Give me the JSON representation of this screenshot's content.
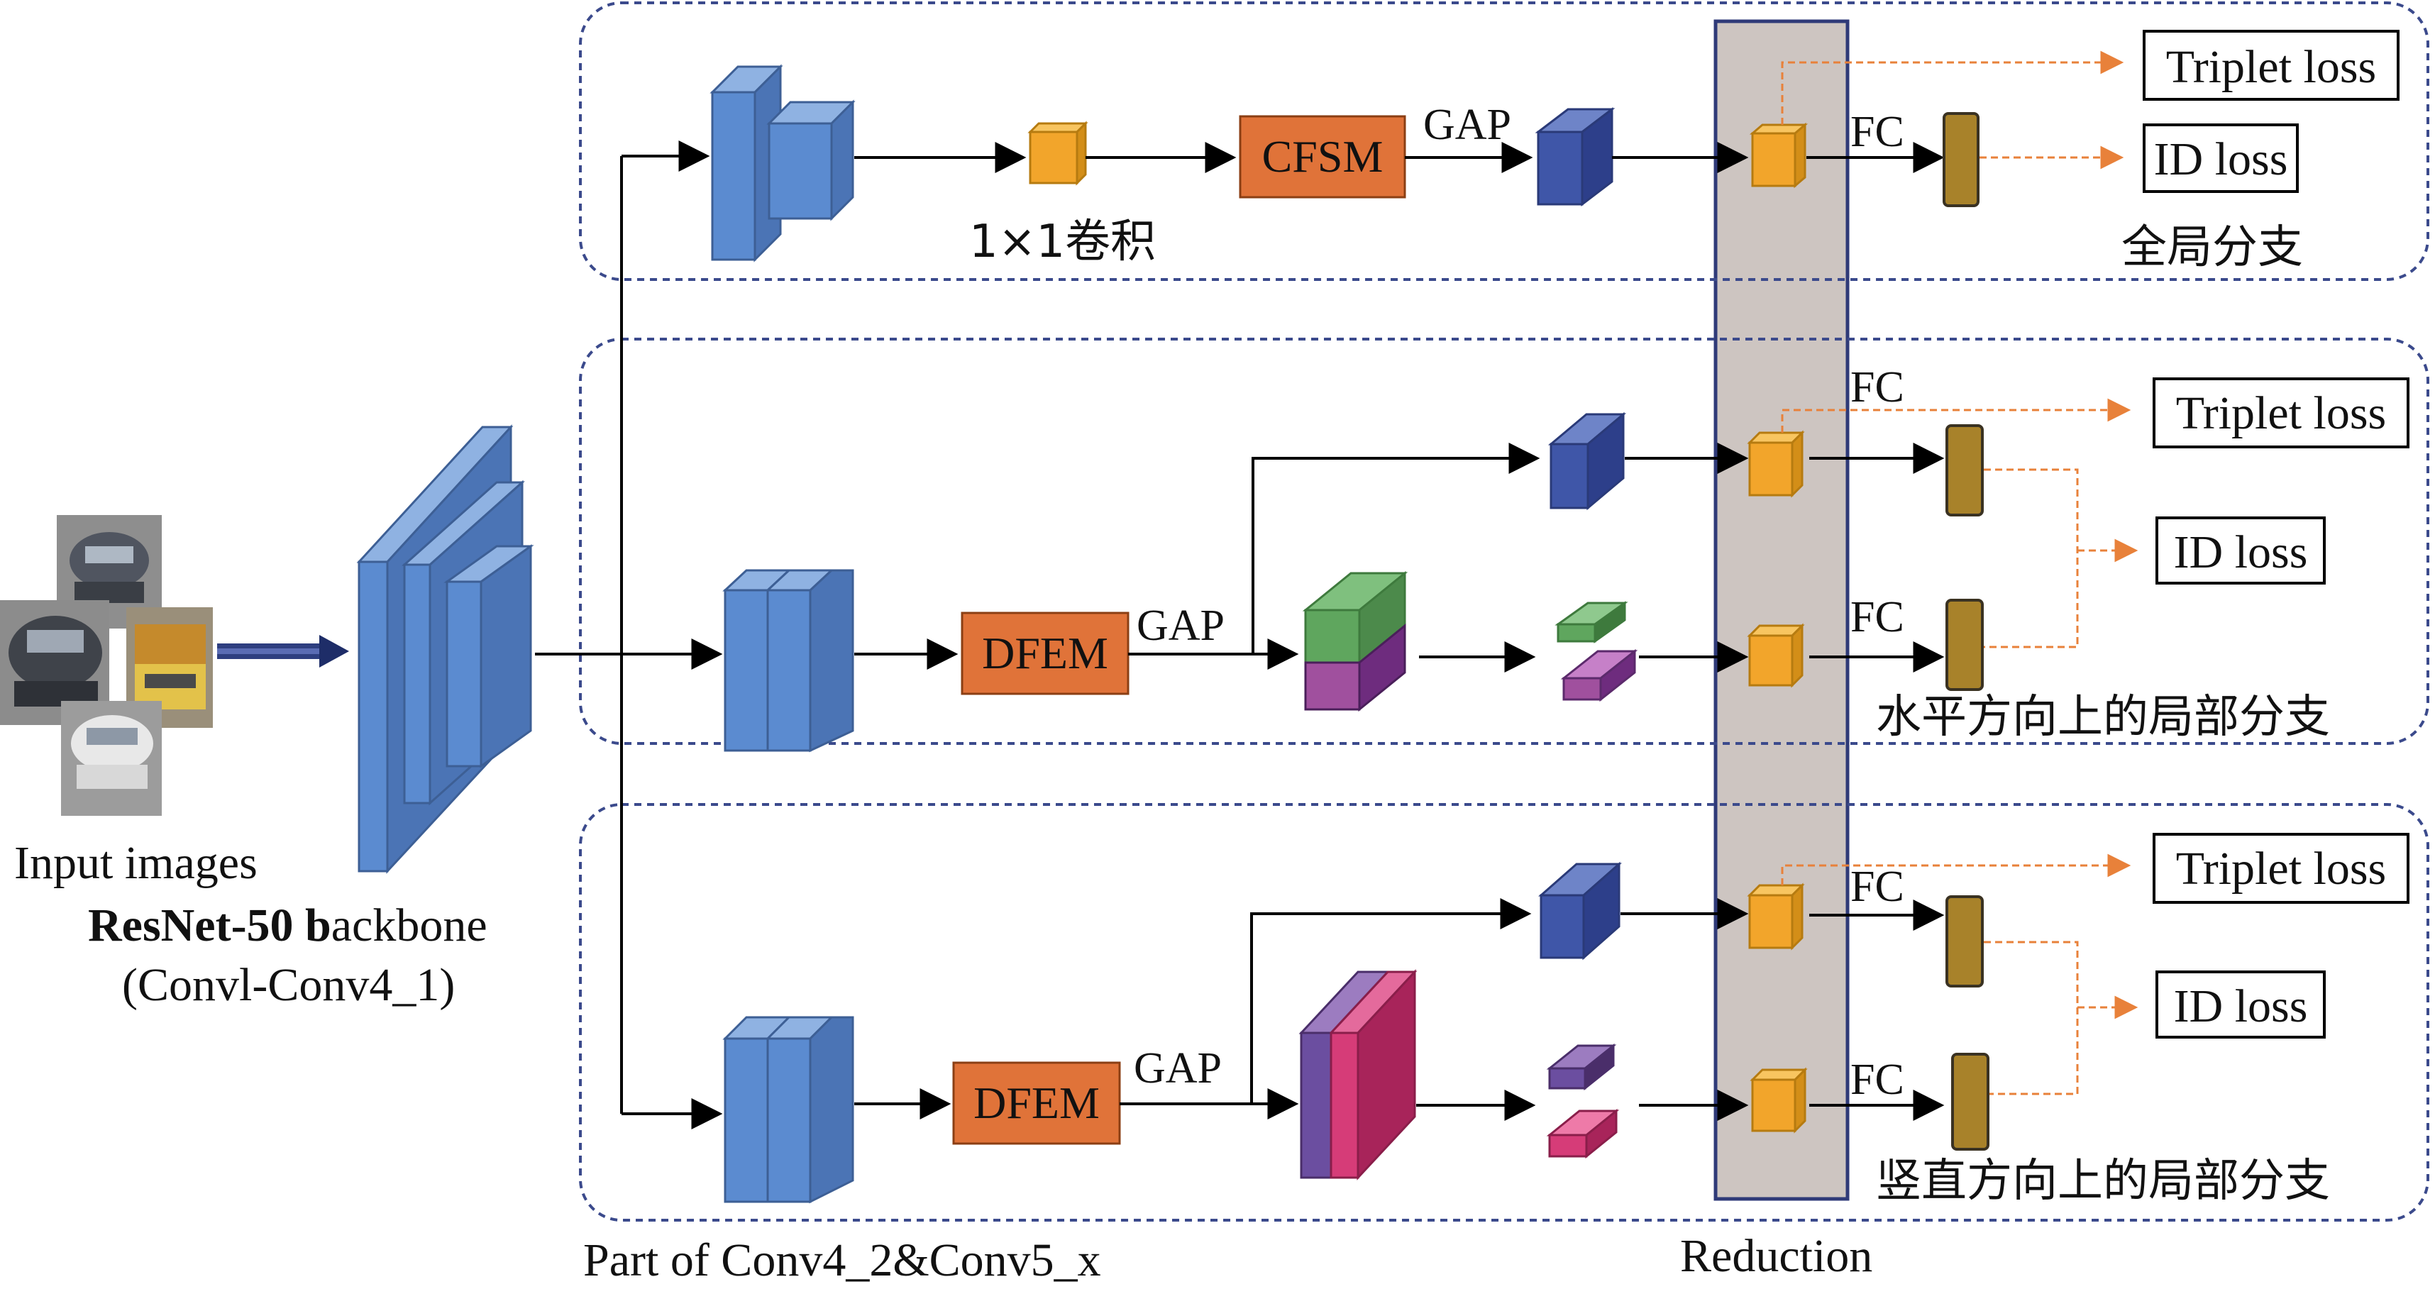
{
  "input": {
    "caption": "Input images",
    "backbone_bold": "ResNet-50 b",
    "backbone_rest": "ackbone",
    "backbone_sub": "(Convl-Conv4_1)"
  },
  "stage_label": "Part of Conv4_2&Conv5_x",
  "reduction_label": "Reduction",
  "global_branch": {
    "conv_label": "1×1卷积",
    "module": "CFSM",
    "gap": "GAP",
    "fc": "FC",
    "loss_triplet": "Triplet loss",
    "loss_id": "ID loss",
    "branch_name": "全局分支"
  },
  "horizontal_branch": {
    "module": "DFEM",
    "gap": "GAP",
    "fc_top": "FC",
    "fc_bottom": "FC",
    "loss_triplet": "Triplet loss",
    "loss_id": "ID loss",
    "branch_name": "水平方向上的局部分支"
  },
  "vertical_branch": {
    "module": "DFEM",
    "gap": "GAP",
    "fc_top": "FC",
    "fc_bottom": "FC",
    "loss_triplet": "Triplet loss",
    "loss_id": "ID loss",
    "branch_name": "竖直方向上的局部分支"
  },
  "colors": {
    "block_blue": "#5B8BD0",
    "block_blue_dark": "#3D5F95",
    "feature_navy": "#3F56A8",
    "feature_orange": "#F2A52B",
    "fc_brown": "#A8822A",
    "module_orange": "#E07339",
    "loss_arrow": "#E8813A",
    "reduction_fill": "#CDC5C1",
    "dashed_border": "#3B4A8C",
    "green_part": "#5FA65E",
    "purple_part": "#8C4A9E",
    "pink_part": "#D63C78",
    "violet_part": "#6B4EA0"
  }
}
